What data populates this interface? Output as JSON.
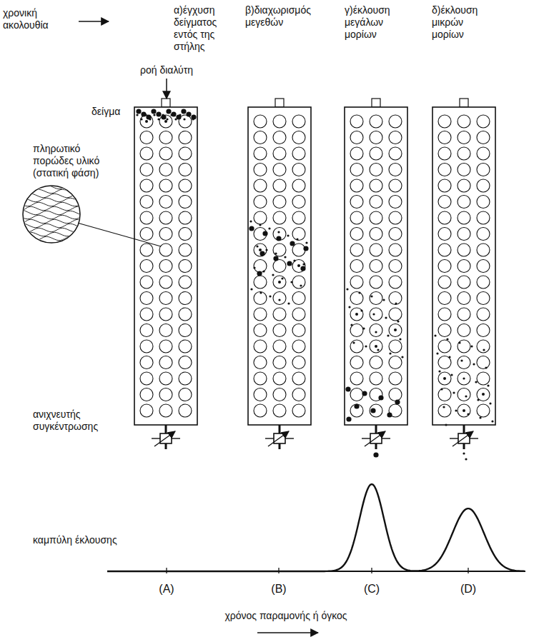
{
  "diagram": {
    "labels": [
      "χρονική ακολουθία",
      "α)έγχυση δείγματος εντός της στήλης",
      "β)διαχωρισμός μεγεθών",
      "γ)έκλουση μεγάλων μορίων",
      "δ)έκλουση μικρών μορίων",
      "ροή διαλύτη",
      "δείγμα",
      "πληρωτικό πορώδες υλικό (στατική φάση)",
      "ανιχνευτής συγκέντρωσης",
      "καμπύλη έκλουσης",
      "(A)",
      "(B)",
      "(C)",
      "(D)",
      "χρόνος παραμονής ή όγκος"
    ]
  }
}
